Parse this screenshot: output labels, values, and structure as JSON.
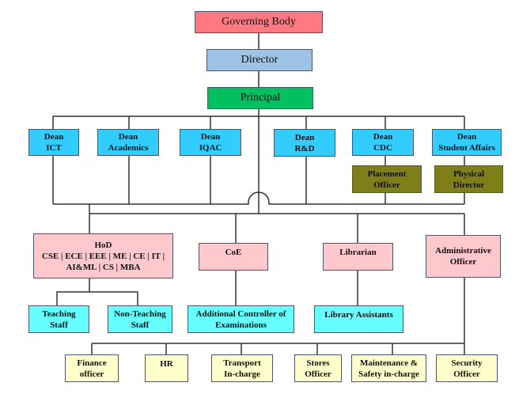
{
  "colors": {
    "governing_body": "#ff7882",
    "director": "#9dc3e6",
    "principal": "#00c060",
    "dean": "#33ccff",
    "support_officer": "#7f7f1a",
    "head": "#ffc8cc",
    "staff": "#66ffff",
    "admin_unit": "#ffffcc"
  },
  "governing_body": "Governing Body",
  "director": "Director",
  "principal": "Principal",
  "deans": [
    {
      "l1": "Dean",
      "l2": "ICT"
    },
    {
      "l1": "Dean",
      "l2": "Academics"
    },
    {
      "l1": "Dean",
      "l2": "IQAC"
    },
    {
      "l1": "Dean",
      "l2": "R&D"
    },
    {
      "l1": "Dean",
      "l2": "CDC"
    },
    {
      "l1": "Dean",
      "l2": "Student Affairs"
    }
  ],
  "placement_officer": {
    "l1": "Placement",
    "l2": "Officer"
  },
  "physical_director": {
    "l1": "Physical",
    "l2": "Director"
  },
  "hod": {
    "l1": "HoD",
    "l2": "CSE | ECE | EEE | ME | CE | IT |",
    "l3": "AI&ML | CS | MBA"
  },
  "coe": "CoE",
  "librarian": "Librarian",
  "administrative_officer": {
    "l1": "Administrative",
    "l2": "Officer"
  },
  "teaching_staff": {
    "l1": "Teaching",
    "l2": "Staff"
  },
  "non_teaching_staff": {
    "l1": "Non-Teaching",
    "l2": "Staff"
  },
  "additional_controller": {
    "l1": "Additional Controller of",
    "l2": "Examinations"
  },
  "library_assistants": "Library Assistants",
  "admin_units": [
    {
      "l1": "Finance",
      "l2": "officer"
    },
    {
      "l1": "HR",
      "l2": ""
    },
    {
      "l1": "Transport",
      "l2": "In-charge"
    },
    {
      "l1": "Stores",
      "l2": "Officer"
    },
    {
      "l1": "Maintenance &",
      "l2": "Safety in-charge"
    },
    {
      "l1": "Security",
      "l2": "Officer"
    }
  ]
}
